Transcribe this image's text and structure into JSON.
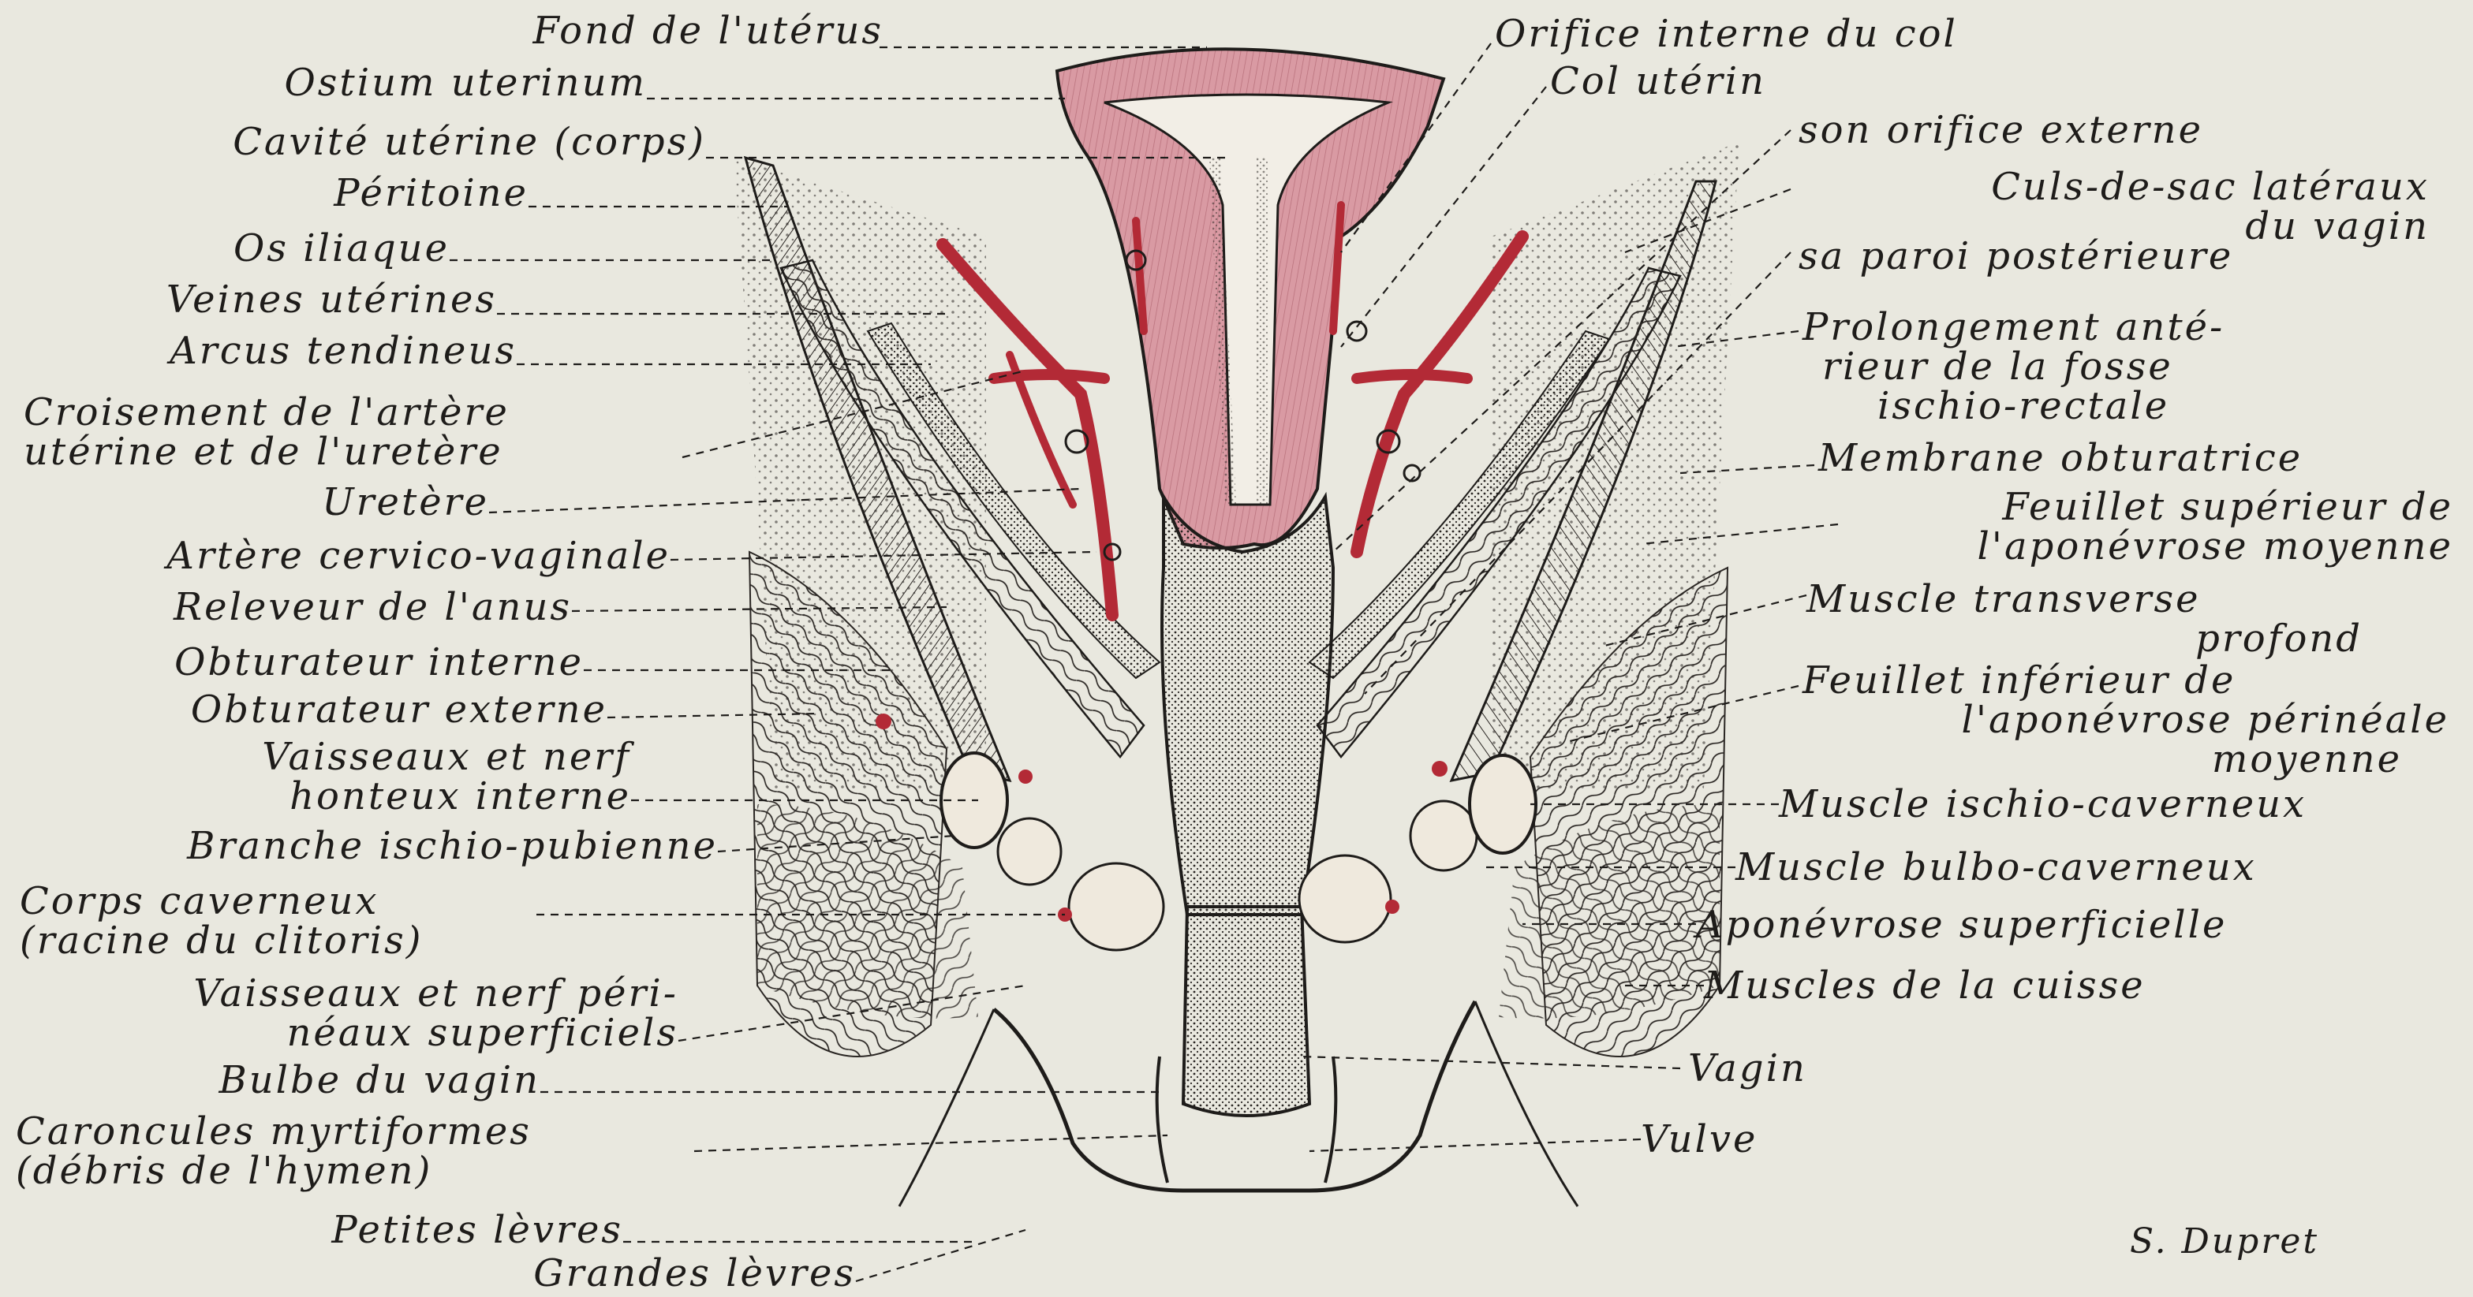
{
  "labels_left": [
    {
      "id": "fond",
      "lines": [
        "Fond de l'utérus"
      ]
    },
    {
      "id": "ostium",
      "lines": [
        "Ostium uterinum"
      ]
    },
    {
      "id": "cavite",
      "lines": [
        "Cavité utérine (corps)"
      ]
    },
    {
      "id": "peritoine",
      "lines": [
        "Péritoine"
      ]
    },
    {
      "id": "os-iliaque",
      "lines": [
        "Os iliaque"
      ]
    },
    {
      "id": "veines",
      "lines": [
        "Veines utérines"
      ]
    },
    {
      "id": "arcus",
      "lines": [
        "Arcus tendineus"
      ]
    },
    {
      "id": "croisement",
      "lines": [
        "Croisement de l'artère",
        "utérine et de l'uretère"
      ]
    },
    {
      "id": "uretere",
      "lines": [
        "Uretère"
      ]
    },
    {
      "id": "artere-cv",
      "lines": [
        "Artère cervico-vaginale"
      ]
    },
    {
      "id": "releveur",
      "lines": [
        "Releveur de l'anus"
      ]
    },
    {
      "id": "obt-int",
      "lines": [
        "Obturateur interne"
      ]
    },
    {
      "id": "obt-ext",
      "lines": [
        "Obturateur externe"
      ]
    },
    {
      "id": "vaisseaux-honteux",
      "lines": [
        "Vaisseaux et nerf",
        "honteux interne"
      ]
    },
    {
      "id": "branche",
      "lines": [
        "Branche ischio-pubienne"
      ]
    },
    {
      "id": "corps-cav",
      "lines": [
        "Corps caverneux",
        "(racine du clitoris)"
      ]
    },
    {
      "id": "vaisseaux-perin",
      "lines": [
        "Vaisseaux et nerf péri-",
        "néaux superficiels"
      ]
    },
    {
      "id": "bulbe",
      "lines": [
        "Bulbe du vagin"
      ]
    },
    {
      "id": "caroncules",
      "lines": [
        "Caroncules myrtiformes",
        "(débris de l'hymen)"
      ]
    },
    {
      "id": "petites",
      "lines": [
        "Petites lèvres"
      ]
    },
    {
      "id": "grandes",
      "lines": [
        "Grandes lèvres"
      ]
    }
  ],
  "labels_right": [
    {
      "id": "orifice-int",
      "lines": [
        "Orifice interne du col"
      ]
    },
    {
      "id": "col",
      "lines": [
        "Col utérin"
      ]
    },
    {
      "id": "orifice-ext",
      "lines": [
        "son orifice externe"
      ]
    },
    {
      "id": "culs",
      "lines": [
        "Culs-de-sac latéraux",
        "du vagin"
      ]
    },
    {
      "id": "paroi",
      "lines": [
        "sa paroi postérieure"
      ]
    },
    {
      "id": "prolongement",
      "lines": [
        "Prolongement anté-",
        "rieur de la fosse",
        "ischio-rectale"
      ]
    },
    {
      "id": "membrane",
      "lines": [
        "Membrane obturatrice"
      ]
    },
    {
      "id": "feuillet-sup",
      "lines": [
        "Feuillet supérieur de",
        "l'aponévrose moyenne"
      ]
    },
    {
      "id": "transverse",
      "lines": [
        "Muscle transverse",
        "profond"
      ]
    },
    {
      "id": "feuillet-inf",
      "lines": [
        "Feuillet inférieur de",
        "l'aponévrose périnéale",
        "moyenne"
      ]
    },
    {
      "id": "ischio-cav",
      "lines": [
        "Muscle ischio-caverneux"
      ]
    },
    {
      "id": "bulbo-cav",
      "lines": [
        "Muscle bulbo-caverneux"
      ]
    },
    {
      "id": "aponevrose-sup",
      "lines": [
        "Aponévrose superficielle"
      ]
    },
    {
      "id": "muscles-cuisse",
      "lines": [
        "Muscles de la cuisse"
      ]
    },
    {
      "id": "vagin",
      "lines": [
        "Vagin"
      ]
    },
    {
      "id": "vulve",
      "lines": [
        "Vulve"
      ]
    }
  ],
  "signature": "S. Dupret",
  "colors": {
    "background": "#e9e8df",
    "ink": "#1e1c1a",
    "uterine_pink": "#d99aa3",
    "artery_red": "#b32a36"
  }
}
